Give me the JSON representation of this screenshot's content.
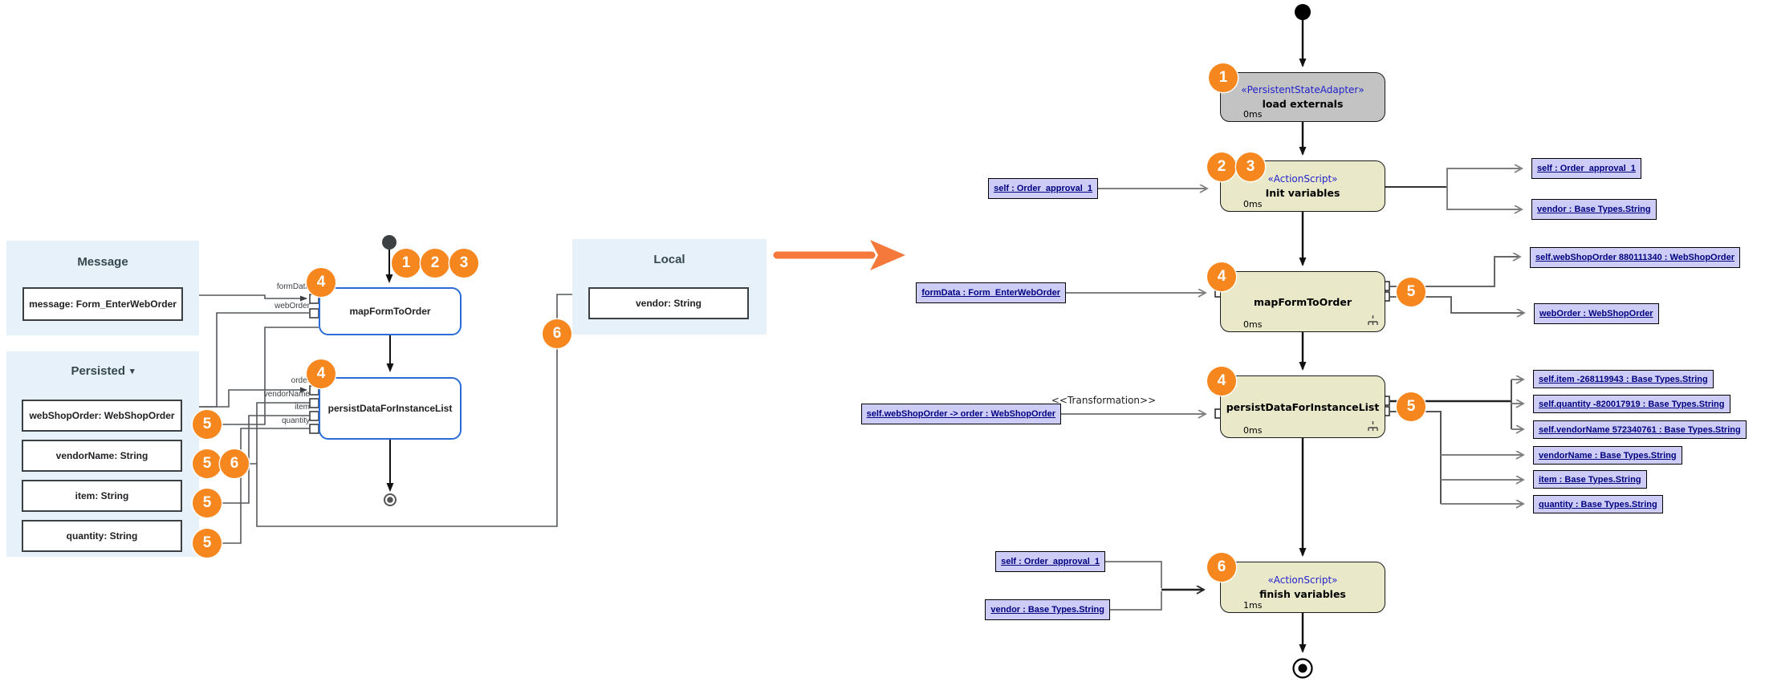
{
  "left": {
    "message_panel": {
      "title": "Message"
    },
    "persisted_panel": {
      "title": "Persisted",
      "caret": "▾"
    },
    "local_panel": {
      "title": "Local"
    },
    "boxes": {
      "message": "message: Form_EnterWebOrder",
      "webShopOrder": "webShopOrder: WebShopOrder",
      "vendorName": "vendorName: String",
      "item": "item: String",
      "quantity": "quantity: String",
      "vendor": "vendor: String"
    },
    "nodes": {
      "map": "mapFormToOrder",
      "persist": "persistDataForInstanceList"
    },
    "port_labels": {
      "formData": "formData",
      "webOrder": "webOrder",
      "order": "order",
      "vendorName": "vendorName",
      "item": "item",
      "quantity": "quantity"
    },
    "badges": {
      "step1": "1",
      "step2": "2",
      "step3": "3",
      "map4": "4",
      "persist4": "4",
      "webShopOrder5": "5",
      "vendorName5": "5",
      "vendorName6": "6",
      "item5": "5",
      "quantity5": "5",
      "local6": "6"
    }
  },
  "right": {
    "nodes": {
      "load": {
        "stereotype": "«PersistentStateAdapter»",
        "name": "load externals",
        "time": "0ms"
      },
      "init": {
        "stereotype": "«ActionScript»",
        "name": "Init variables",
        "time": "0ms"
      },
      "map": {
        "name": "mapFormToOrder",
        "time": "0ms"
      },
      "persist": {
        "name": "persistDataForInstanceList",
        "time": "0ms"
      },
      "finish": {
        "stereotype": "«ActionScript»",
        "name": "finish variables",
        "time": "1ms"
      }
    },
    "inputs": {
      "init_self": "self : Order_approval_1",
      "map_formData": "formData : Form_EnterWebOrder",
      "persist_order": "self.webShopOrder -> order : WebShopOrder",
      "transformation_label": "<<Transformation>>",
      "finish_self": "self : Order_approval_1",
      "finish_vendor": "vendor : Base Types.String"
    },
    "outputs": {
      "init_self": "self : Order_approval_1",
      "init_vendor": "vendor : Base Types.String",
      "map_webshoporder": "self.webShopOrder 880111340 : WebShopOrder",
      "map_weborder": "webOrder : WebShopOrder",
      "persist_item": "self.item -268119943 : Base Types.String",
      "persist_quantity": "self.quantity -820017919 : Base Types.String",
      "persist_vendorname": "self.vendorName 572340761 : Base Types.String",
      "vendorname": "vendorName : Base Types.String",
      "item": "item : Base Types.String",
      "quantity": "quantity : Base Types.String"
    },
    "badges": {
      "load1": "1",
      "init2": "2",
      "init3": "3",
      "map4": "4",
      "map5": "5",
      "persist4": "4",
      "persist5": "5",
      "finish6": "6"
    }
  },
  "colors": {
    "badge_orange": "#f6871f",
    "node_khaki": "#e9e9c9",
    "node_gray": "#c3c3c3",
    "lavender": "#ccccf7",
    "panel_blue": "#e7f1f9",
    "node_blue_border": "#2b6bd7",
    "stereotype_blue": "#2222cc",
    "navy_text": "#000080",
    "transform_arrow_orange": "#f4793b"
  }
}
